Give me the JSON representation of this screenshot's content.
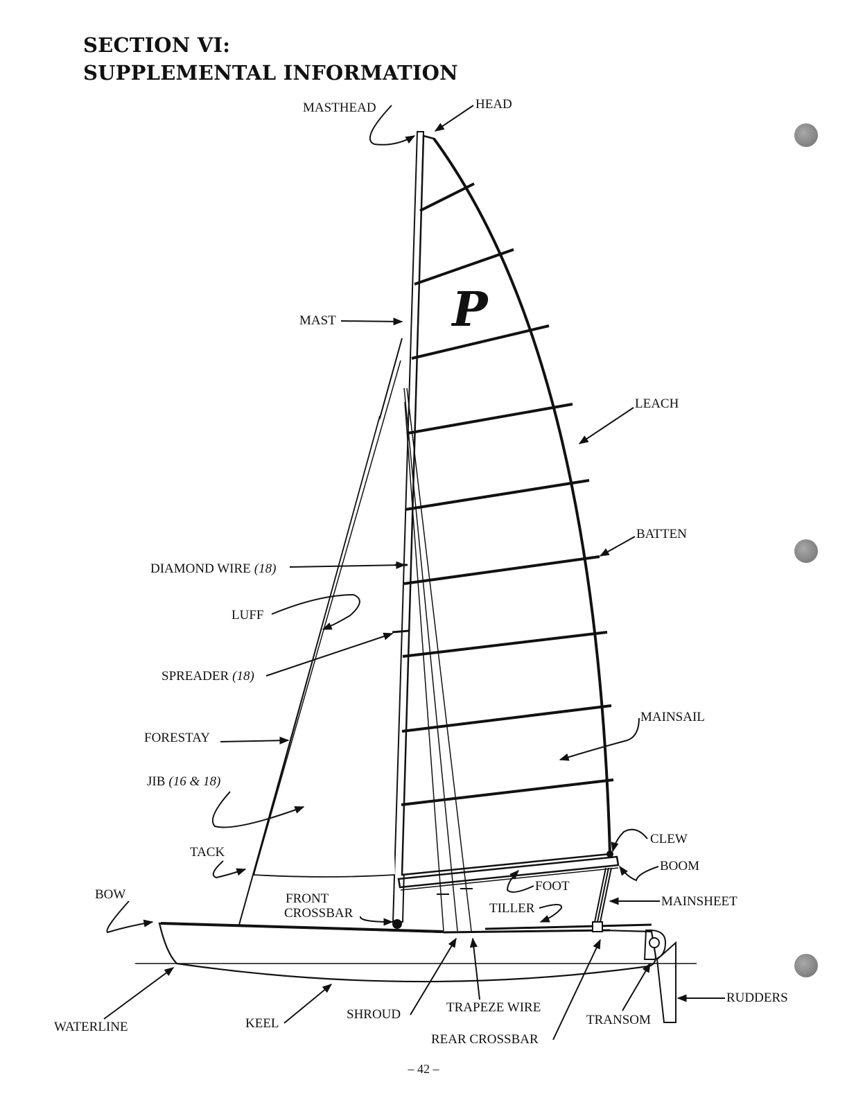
{
  "section": {
    "line1": "SECTION VI:",
    "line2": "SUPPLEMENTAL INFORMATION"
  },
  "labels": {
    "masthead": "MASTHEAD",
    "head": "HEAD",
    "mast": "MAST",
    "leach": "LEACH",
    "batten": "BATTEN",
    "diamond_wire": "DIAMOND WIRE",
    "diamond_wire_note": "(18)",
    "luff": "LUFF",
    "spreader": "SPREADER",
    "spreader_note": "(18)",
    "mainsail": "MAINSAIL",
    "forestay": "FORESTAY",
    "jib": "JIB",
    "jib_note": "(16 & 18)",
    "clew": "CLEW",
    "tack": "TACK",
    "boom": "BOOM",
    "foot": "FOOT",
    "bow": "BOW",
    "front_crossbar_1": "FRONT",
    "front_crossbar_2": "CROSSBAR",
    "tiller": "TILLER",
    "mainsheet": "MAINSHEET",
    "waterline": "WATERLINE",
    "keel": "KEEL",
    "shroud": "SHROUD",
    "trapeze_wire": "TRAPEZE WIRE",
    "rear_crossbar": "REAR CROSSBAR",
    "transom": "TRANSOM",
    "rudders": "RUDDERS"
  },
  "sail_logo": "P",
  "page_number": "– 42 –"
}
